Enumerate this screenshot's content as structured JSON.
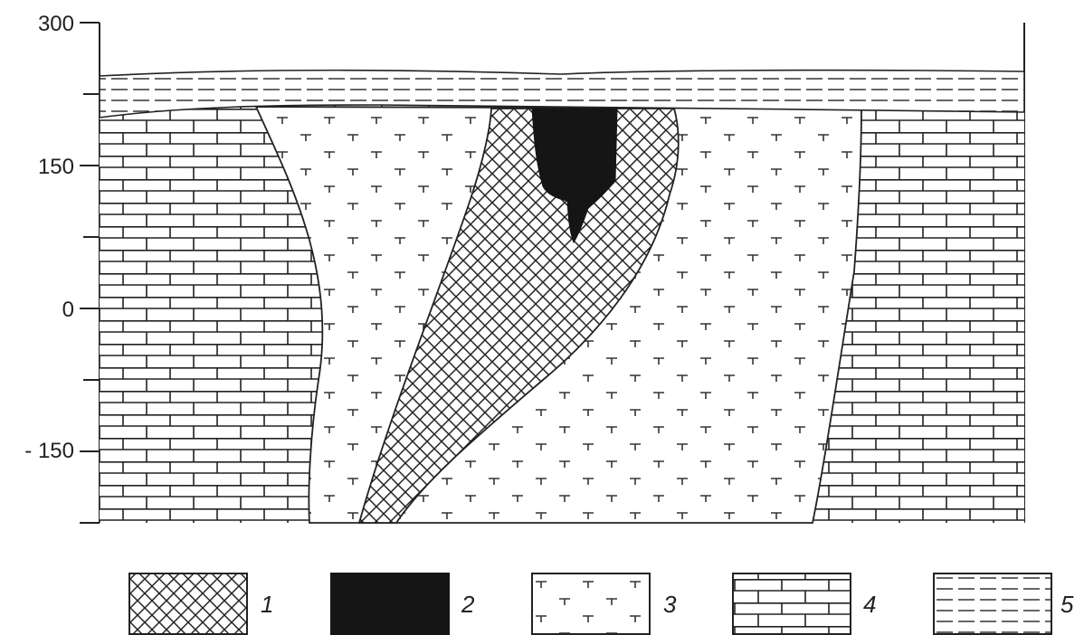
{
  "axis": {
    "ticks": [
      {
        "value": 300,
        "label": "300"
      },
      {
        "value": 150,
        "label": "150"
      },
      {
        "value": 0,
        "label": "0"
      },
      {
        "value": -150,
        "label": "- 150"
      }
    ],
    "range": [
      -220,
      300
    ]
  },
  "layers": [
    {
      "id": "1",
      "pattern": "crosshatch"
    },
    {
      "id": "2",
      "pattern": "solid-black"
    },
    {
      "id": "3",
      "pattern": "t-marks"
    },
    {
      "id": "4",
      "pattern": "brick"
    },
    {
      "id": "5",
      "pattern": "dashed-lines"
    }
  ],
  "legend": {
    "items": [
      {
        "label": "1",
        "pattern": "crosshatch"
      },
      {
        "label": "2",
        "pattern": "solid-black"
      },
      {
        "label": "3",
        "pattern": "t-marks"
      },
      {
        "label": "4",
        "pattern": "brick"
      },
      {
        "label": "5",
        "pattern": "dashed-lines"
      }
    ]
  },
  "colors": {
    "ink": "#222222",
    "background": "#ffffff"
  }
}
